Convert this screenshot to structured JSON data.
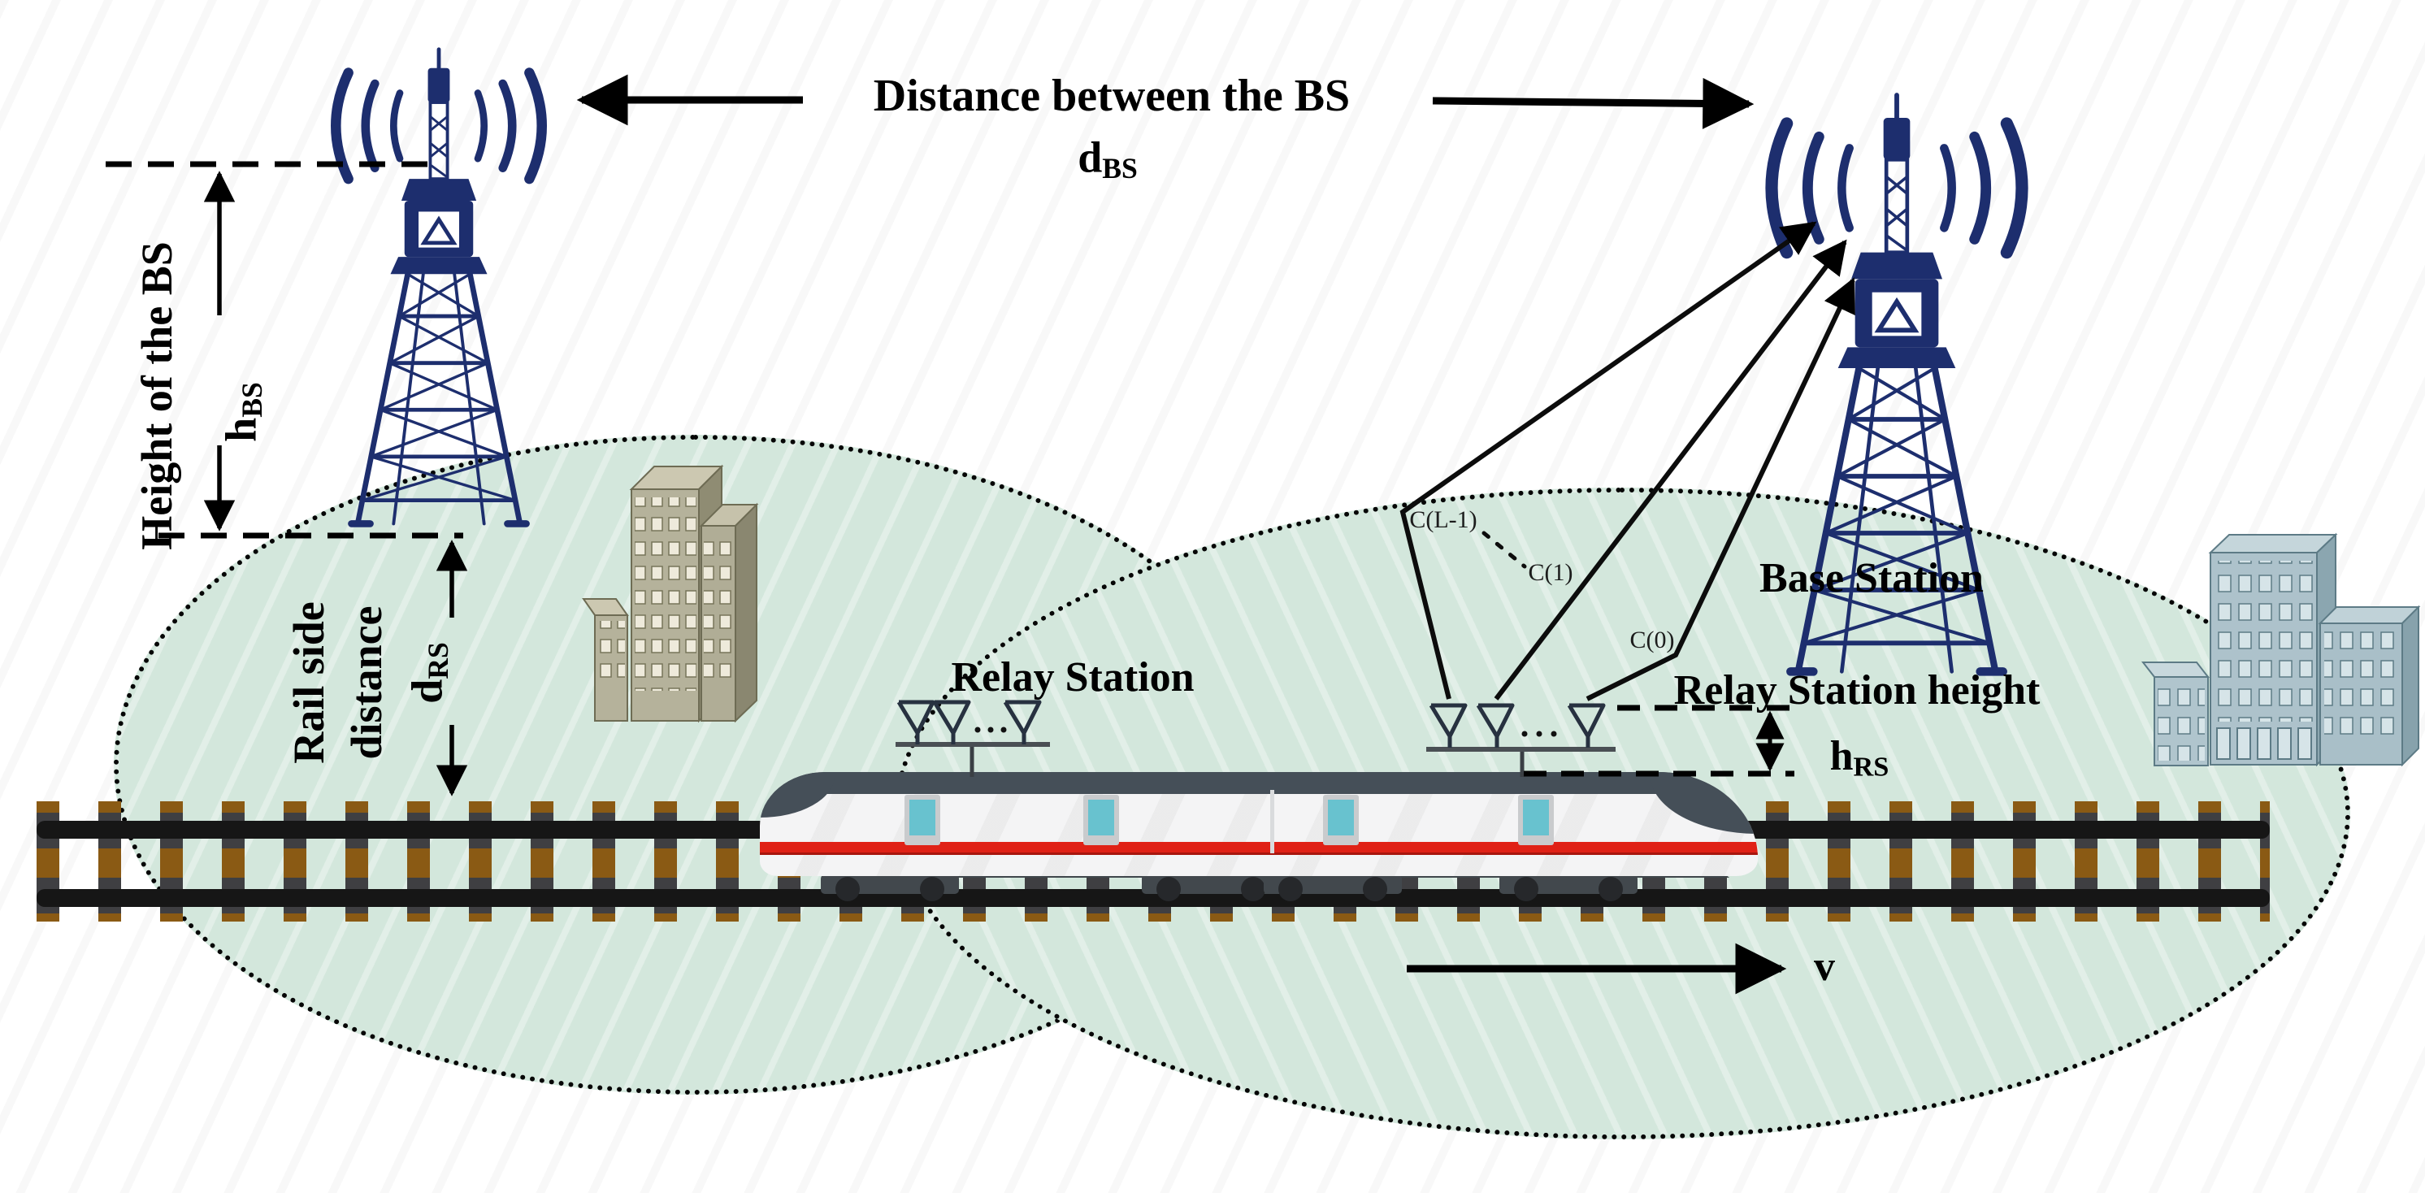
{
  "figure": {
    "labels": {
      "distance_between_bs": "Distance between the BS",
      "d_bs_var": "d",
      "d_bs_sub": "BS",
      "height_of_bs": "Height of the BS",
      "h_bs_var": "h",
      "h_bs_sub": "BS",
      "rail_side_line1": "Rail side",
      "rail_side_line2": "distance",
      "d_rs_var": "d",
      "d_rs_sub": "RS",
      "relay_station": "Relay Station",
      "base_station": "Base Station",
      "relay_station_height": "Relay Station height",
      "h_rs_var": "h",
      "h_rs_sub": "RS",
      "velocity": "v",
      "tap_last": "C(L-1)",
      "tap_1": "C(1)",
      "tap_0": "C(0)"
    },
    "colors": {
      "coverage_fill": "#d3e7dc",
      "tower_navy": "#1d2e6e",
      "train_red_stripe": "#e02116",
      "train_roof": "#454f58",
      "train_window_cyan": "#68c2cf",
      "sleeper_brown": "#8a5a14",
      "rail_black": "#161616",
      "annotation_black": "#000000",
      "left_building_wall": "#b5b29b",
      "right_building_wall": "#adc2cb"
    }
  }
}
